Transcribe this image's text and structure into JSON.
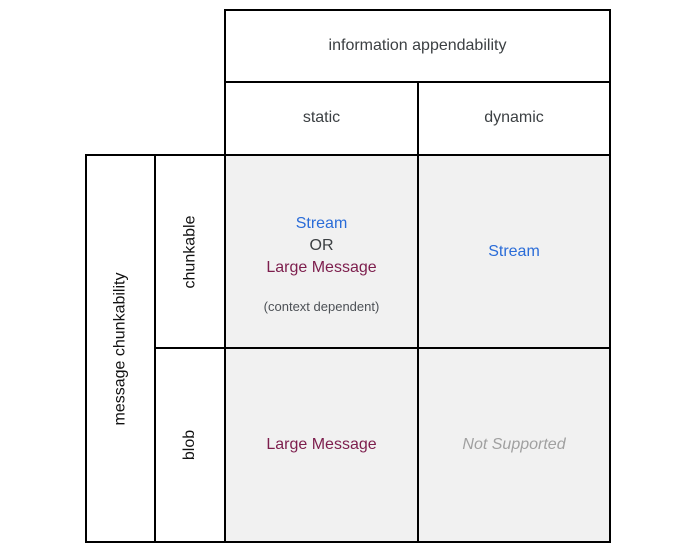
{
  "matrix": {
    "column_axis": {
      "title": "information appendability",
      "columns": [
        "static",
        "dynamic"
      ]
    },
    "row_axis": {
      "title": "message chunkability",
      "rows": [
        "chunkable",
        "blob"
      ]
    },
    "cells": {
      "chunkable_static": {
        "option1": "Stream",
        "connector": "OR",
        "option2": "Large Message",
        "note": "(context dependent)"
      },
      "chunkable_dynamic": {
        "value": "Stream"
      },
      "blob_static": {
        "value": "Large Message"
      },
      "blob_dynamic": {
        "value": "Not Supported"
      }
    },
    "colors": {
      "stream_blue": "#2a6cd8",
      "large_message_maroon": "#7d1e4d",
      "not_supported_gray": "#a0a0a0",
      "header_text_gray": "#3c4043",
      "row_label_black": "#111111",
      "note_gray": "#4d5156",
      "cell_background": "#f1f1f1",
      "grid_line": "#000000",
      "page_background": "#ffffff"
    }
  }
}
